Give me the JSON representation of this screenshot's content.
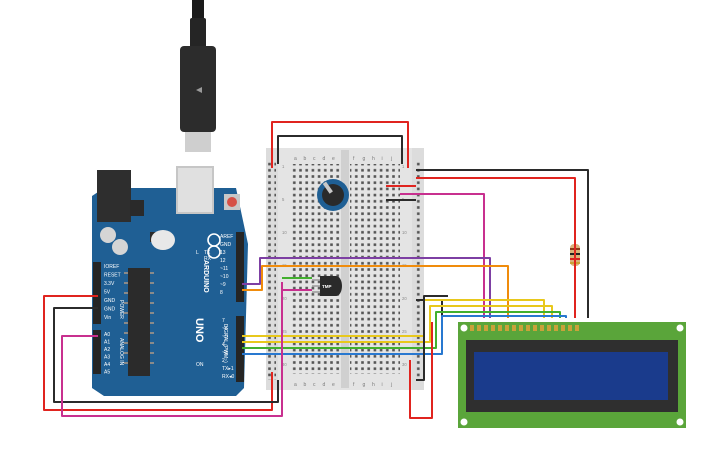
{
  "arduino": {
    "brand": "ARDUINO",
    "model": "UNO",
    "power_header": "POWER",
    "analog_header": "ANALOG IN",
    "digital_header": "DIGITAL (PWM~)",
    "on_label": "ON",
    "power_pins": [
      "IOREF",
      "RESET",
      "3.3V",
      "5V",
      "GND",
      "GND",
      "Vin"
    ],
    "analog_pins": [
      "A0",
      "A1",
      "A2",
      "A3",
      "A4",
      "A5"
    ],
    "top_pins": [
      "AREF",
      "GND",
      "13",
      "12",
      "~11",
      "~10",
      "~9",
      "8"
    ],
    "bottom_pins": [
      "7",
      "~6",
      "~5",
      "4",
      "~3",
      "2",
      "TX▸1",
      "RX◂0"
    ],
    "tx_label": "TX",
    "rx_label": "RX",
    "l_label": "L"
  },
  "breadboard": {
    "column_letters_left": [
      "a",
      "b",
      "c",
      "d",
      "e"
    ],
    "column_letters_right": [
      "f",
      "g",
      "h",
      "i",
      "j"
    ],
    "row_numbers": [
      "1",
      "5",
      "10",
      "15",
      "20",
      "25",
      "30"
    ]
  },
  "sensor": {
    "label": "TMP"
  },
  "colors": {
    "board": "#1f5f94",
    "wire_red": "#e0241f",
    "wire_black": "#2b2b2b",
    "wire_magenta": "#c8308f",
    "wire_orange": "#f08c0c",
    "wire_yellow": "#e8c81c",
    "wire_green": "#42b02e",
    "wire_blue": "#2878d0",
    "wire_purple": "#7d3fa3",
    "lcd_pcb": "#5aa53a",
    "lcd_screen": "#1a3b8c"
  }
}
